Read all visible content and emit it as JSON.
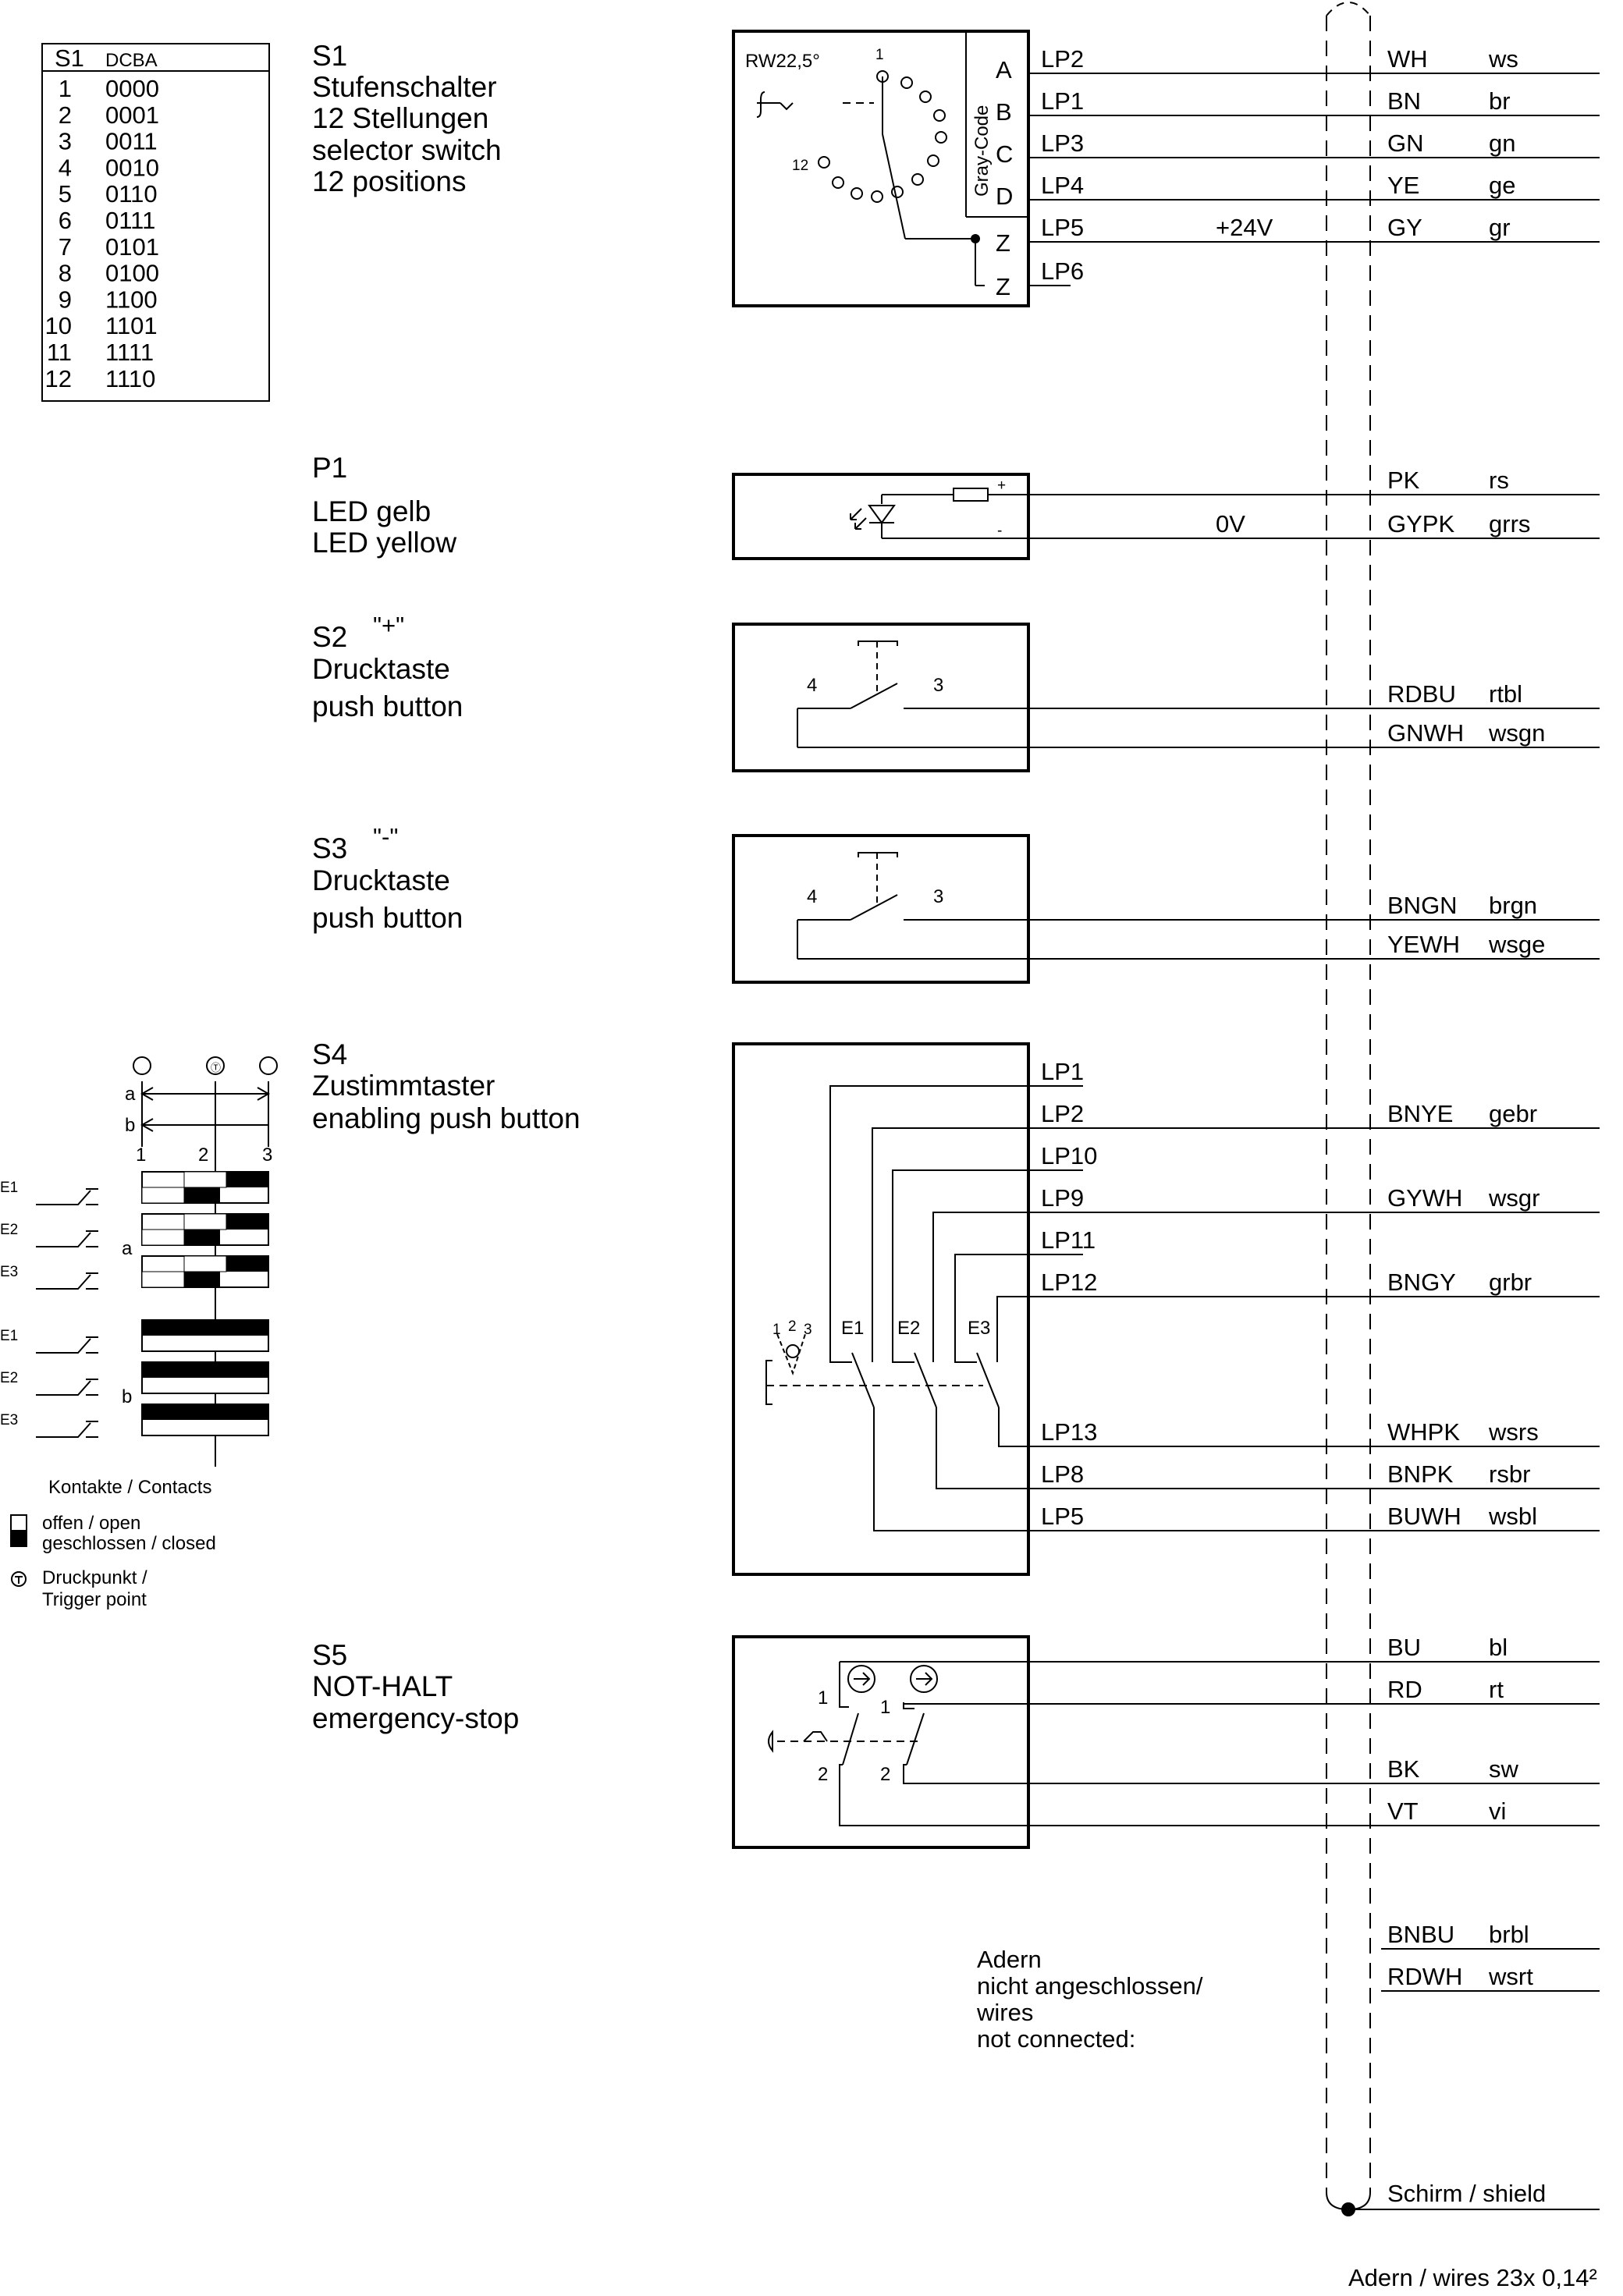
{
  "s1_table": {
    "header_left": "S1",
    "header_right": "DCBA",
    "rows": [
      {
        "pos": "1",
        "code": "0000"
      },
      {
        "pos": "2",
        "code": "0001"
      },
      {
        "pos": "3",
        "code": "0011"
      },
      {
        "pos": "4",
        "code": "0010"
      },
      {
        "pos": "5",
        "code": "0110"
      },
      {
        "pos": "6",
        "code": "0111"
      },
      {
        "pos": "7",
        "code": "0101"
      },
      {
        "pos": "8",
        "code": "0100"
      },
      {
        "pos": "9",
        "code": "1100"
      },
      {
        "pos": "10",
        "code": "1101"
      },
      {
        "pos": "11",
        "code": "1111"
      },
      {
        "pos": "12",
        "code": "1110"
      }
    ]
  },
  "components": {
    "s1": {
      "id": "S1",
      "lines": [
        "Stufenschalter",
        "12 Stellungen",
        "selector switch",
        "12 positions"
      ]
    },
    "p1": {
      "id": "P1",
      "lines": [
        "LED gelb",
        "LED yellow"
      ]
    },
    "s2": {
      "id": "S2",
      "sign": "\"+\"",
      "lines": [
        "Drucktaste",
        "push button"
      ]
    },
    "s3": {
      "id": "S3",
      "sign": "\"-\"",
      "lines": [
        "Drucktaste",
        "push button"
      ]
    },
    "s4": {
      "id": "S4",
      "lines": [
        "Zustimmtaster",
        "enabling push button"
      ]
    },
    "s5": {
      "id": "S5",
      "lines": [
        "NOT-HALT",
        "emergency-stop"
      ]
    }
  },
  "s1_box": {
    "title": "RW22,5°",
    "gray_code": "Gray-Code",
    "pos_first": "1",
    "pos_last": "12",
    "terminals": [
      "A",
      "B",
      "C",
      "D",
      "Z",
      "Z"
    ]
  },
  "p1_box": {
    "plus": "+",
    "minus": "-"
  },
  "button_box": {
    "left_pin": "4",
    "right_pin": "3"
  },
  "s4_box": {
    "contacts": [
      "E1",
      "E2",
      "E3"
    ],
    "dial": [
      "1",
      "2",
      "3"
    ]
  },
  "s5_box": {
    "pin_top": "1",
    "pin_bottom": "2"
  },
  "wires": {
    "s1": [
      {
        "lp": "LP2",
        "voltage": "",
        "en": "WH",
        "de": "ws"
      },
      {
        "lp": "LP1",
        "voltage": "",
        "en": "BN",
        "de": "br"
      },
      {
        "lp": "LP3",
        "voltage": "",
        "en": "GN",
        "de": "gn"
      },
      {
        "lp": "LP4",
        "voltage": "",
        "en": "YE",
        "de": "ge"
      },
      {
        "lp": "LP5",
        "voltage": "+24V",
        "en": "GY",
        "de": "gr"
      },
      {
        "lp": "LP6",
        "voltage": "",
        "en": "",
        "de": ""
      }
    ],
    "p1": [
      {
        "voltage": "",
        "en": "PK",
        "de": "rs"
      },
      {
        "voltage": "0V",
        "en": "GYPK",
        "de": "grrs"
      }
    ],
    "s2": [
      {
        "en": "RDBU",
        "de": "rtbl"
      },
      {
        "en": "GNWH",
        "de": "wsgn"
      }
    ],
    "s3": [
      {
        "en": "BNGN",
        "de": "brgn"
      },
      {
        "en": "YEWH",
        "de": "wsge"
      }
    ],
    "s4": [
      {
        "lp": "LP1",
        "en": "",
        "de": ""
      },
      {
        "lp": "LP2",
        "en": "BNYE",
        "de": "gebr"
      },
      {
        "lp": "LP10",
        "en": "",
        "de": ""
      },
      {
        "lp": "LP9",
        "en": "GYWH",
        "de": "wsgr"
      },
      {
        "lp": "LP11",
        "en": "",
        "de": ""
      },
      {
        "lp": "LP12",
        "en": "BNGY",
        "de": "grbr"
      },
      {
        "lp": "LP13",
        "en": "WHPK",
        "de": "wsrs"
      },
      {
        "lp": "LP8",
        "en": "BNPK",
        "de": "rsbr"
      },
      {
        "lp": "LP5",
        "en": "BUWH",
        "de": "wsbl"
      }
    ],
    "s5": [
      {
        "en": "BU",
        "de": "bl"
      },
      {
        "en": "RD",
        "de": "rt"
      },
      {
        "en": "BK",
        "de": "sw"
      },
      {
        "en": "VT",
        "de": "vi"
      }
    ],
    "unconnected": [
      {
        "en": "BNBU",
        "de": "brbl"
      },
      {
        "en": "RDWH",
        "de": "wsrt"
      }
    ]
  },
  "unconnected_note": [
    "Adern",
    "nicht angeschlossen/",
    "wires",
    "not connected:"
  ],
  "shield": "Schirm / shield",
  "cable_note": "Adern / wires 23x 0,14²",
  "s4_diagram": {
    "top_symbols": [
      "o",
      "Ⓣ",
      "o"
    ],
    "row_a": "a",
    "row_b": "b",
    "positions": [
      "1",
      "2",
      "3"
    ],
    "contact_labels": [
      "E1",
      "E2",
      "E3",
      "E1",
      "E2",
      "E3"
    ],
    "group_a": "a",
    "group_b": "b",
    "contacts_title": "Kontakte / Contacts",
    "legend": [
      {
        "swatch": "open",
        "text": "offen / open"
      },
      {
        "swatch": "closed",
        "text": "geschlossen / closed"
      },
      {
        "swatch": "trigger",
        "text": "Druckpunkt /"
      },
      {
        "swatch": "none",
        "text": "Trigger point"
      }
    ]
  }
}
